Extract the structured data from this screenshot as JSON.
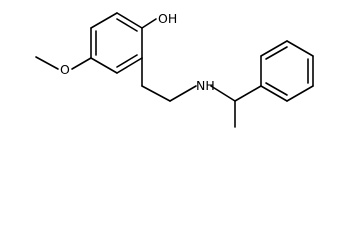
{
  "molecule": {
    "labels": {
      "hydroxyl": "OH",
      "amine": "NH",
      "methoxy_oxygen": "O"
    }
  }
}
